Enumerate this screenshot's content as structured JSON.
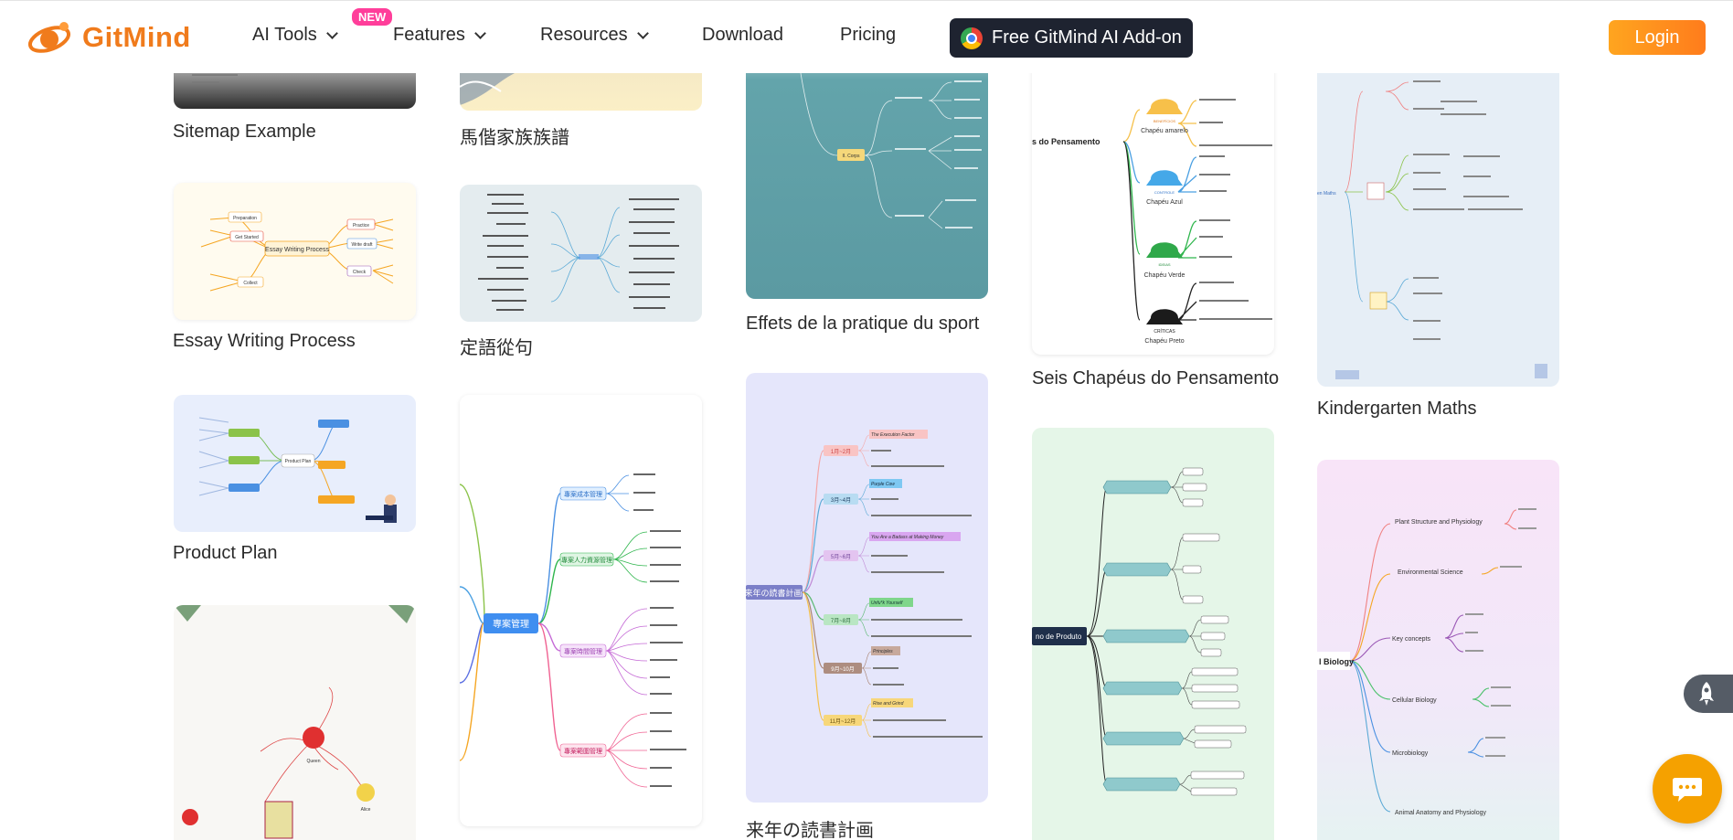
{
  "brand": {
    "name": "GitMind",
    "color": "#f07b1c"
  },
  "nav": {
    "ai_tools": "AI Tools",
    "new_badge": "NEW",
    "features": "Features",
    "resources": "Resources",
    "download": "Download",
    "pricing": "Pricing",
    "addon": "Free GitMind AI Add-on",
    "login": "Login"
  },
  "templates": {
    "sitemap": "Sitemap Example",
    "ma_family": "馬偕家族族譜",
    "effets": "Effets de la pratique du sport",
    "seis": "Seis Chapéus do Pensamento",
    "kinder": "Kindergarten Maths",
    "essay": "Essay Writing Process",
    "teigo": "定語從句",
    "product_plan": "Product Plan",
    "reading": "来年の読書計画"
  },
  "thumbs": {
    "essay_center": "Essay Writing Process",
    "essay_prep": "Preparation",
    "essay_started": "Get Started",
    "essay_collect": "Collect",
    "essay_practice": "Practice",
    "essay_draft": "Write draft",
    "essay_check": "Check",
    "pm_center": "專案管理",
    "pm_cost": "專案成本管理",
    "pm_hr": "專案人力資源管理",
    "pm_time": "專案時間管理",
    "pm_scope": "專案範圍管理",
    "reading_center": "来年の読書計画",
    "reading_m1": "1月~2月",
    "reading_m2": "3月~4月",
    "reading_m3": "5月~6月",
    "reading_m4": "7月~8月",
    "reading_m5": "9月~10月",
    "reading_m6": "11月~12月",
    "reading_b1": "The Execution Factor",
    "reading_b2": "Purple Cow",
    "reading_b3": "You Are a Badass at Making Money",
    "reading_b4": "Unfu*k Yourself",
    "reading_b5": "Principles",
    "reading_b6": "Rise and Grind",
    "effets_node": "II. Corps",
    "seis_center": "s do Pensamento",
    "seis_amarelo": "Chapéu amarelo",
    "seis_azul": "Chapéu Azul",
    "seis_verde": "Chapéu Verde",
    "seis_preto": "Chapéu Preto",
    "seis_b1": "BENEFÍCIOS",
    "seis_b2": "CONTROLE",
    "seis_b3": "IDEIAS",
    "seis_b4": "CRÍTICAS",
    "produto_center": "no de Produto",
    "bio_center": "l Biology",
    "bio_1": "Plant Structure and Physiology",
    "bio_2": "Environmental Science",
    "bio_3": "Key concepts",
    "bio_4": "Cellular Biology",
    "bio_5": "Microbiology",
    "bio_6": "Animal Anatomy and Physiology",
    "kinder_center": "en Maths",
    "product_center": "Product Plan",
    "alice_queen": "Queen",
    "alice_alice": "Alice"
  }
}
